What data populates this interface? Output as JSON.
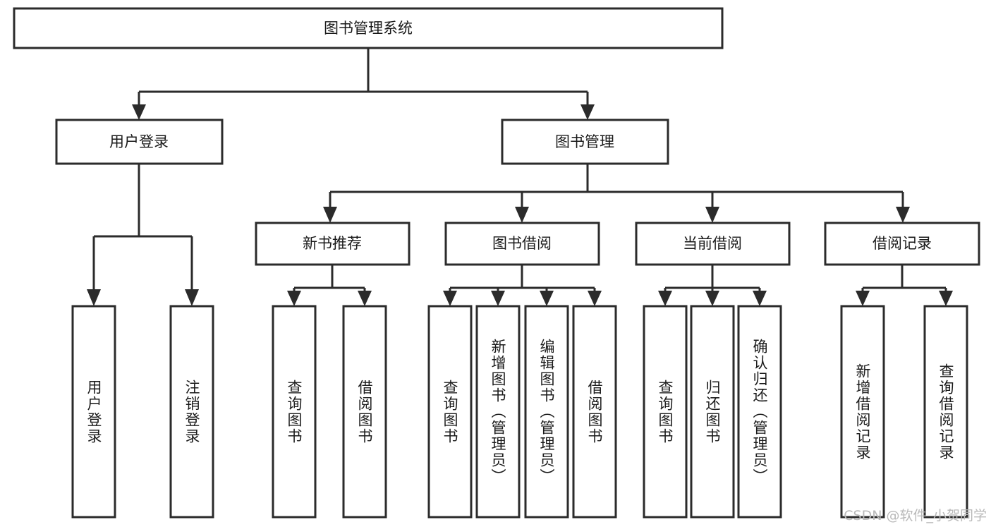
{
  "diagram": {
    "type": "tree",
    "title": "图书管理系统",
    "watermark": "CSDN @软件_小贺同学",
    "colors": {
      "stroke": "#2b2b2b",
      "fill": "#ffffff",
      "text": "#1a1a1a",
      "watermark": "#b9b9b9"
    },
    "levels": {
      "root": {
        "label": "图书管理系统"
      },
      "level2": [
        {
          "label": "用户登录"
        },
        {
          "label": "图书管理"
        }
      ],
      "level3": [
        {
          "label": "新书推荐"
        },
        {
          "label": "图书借阅"
        },
        {
          "label": "当前借阅"
        },
        {
          "label": "借阅记录"
        }
      ],
      "leaves": {
        "user_login": [
          {
            "label": "用户登录"
          },
          {
            "label": "注销登录"
          }
        ],
        "new_book": [
          {
            "label": "查询图书"
          },
          {
            "label": "借阅图书"
          }
        ],
        "book_borrow": [
          {
            "label": "查询图书"
          },
          {
            "label": "新增图书（管理员）"
          },
          {
            "label": "编辑图书（管理员）"
          },
          {
            "label": "借阅图书"
          }
        ],
        "current_borrow": [
          {
            "label": "查询图书"
          },
          {
            "label": "归还图书"
          },
          {
            "label": "确认归还（管理员）"
          }
        ],
        "borrow_record": [
          {
            "label": "新增借阅记录"
          },
          {
            "label": "查询借阅记录"
          }
        ]
      }
    }
  }
}
